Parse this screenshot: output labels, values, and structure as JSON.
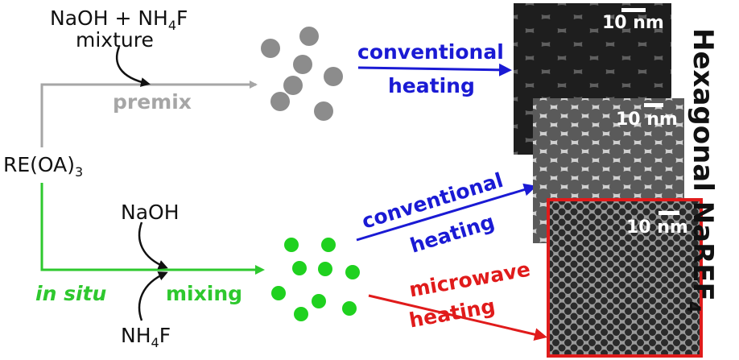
{
  "reagents": {
    "top_line1": "NaOH + NH",
    "top_line1_sub": "4",
    "top_line1_tail": "F",
    "top_line2": "mixture",
    "re_prefix": "RE(OA)",
    "re_sub": "3",
    "naoh": "NaOH",
    "nh4f_prefix": "NH",
    "nh4f_sub": "4",
    "nh4f_tail": "F"
  },
  "branches": {
    "premix": "premix",
    "in_situ": "in situ",
    "mixing": "mixing"
  },
  "heating": {
    "conventional_top_1": "conventional",
    "conventional_top_2": "heating",
    "conventional_mid_1": "conventional",
    "conventional_mid_2": "heating",
    "microwave_1": "microwave",
    "microwave_2": "heating"
  },
  "scale_labels": [
    "10 nm",
    "10 nm",
    "10 nm"
  ],
  "product": {
    "title": "Hexagonal NaREF",
    "title_sub": "4"
  },
  "colors": {
    "gray_path": "#a6a6a6",
    "green_path": "#2ec82e",
    "blue": "#1a1ad4",
    "red": "#e01b1b",
    "gray_particle": "#8c8c8c",
    "green_particle": "#1fd11f"
  },
  "icons": {
    "particle_gray": "gray-nanoparticle-icon",
    "particle_green": "green-nanoparticle-icon"
  }
}
